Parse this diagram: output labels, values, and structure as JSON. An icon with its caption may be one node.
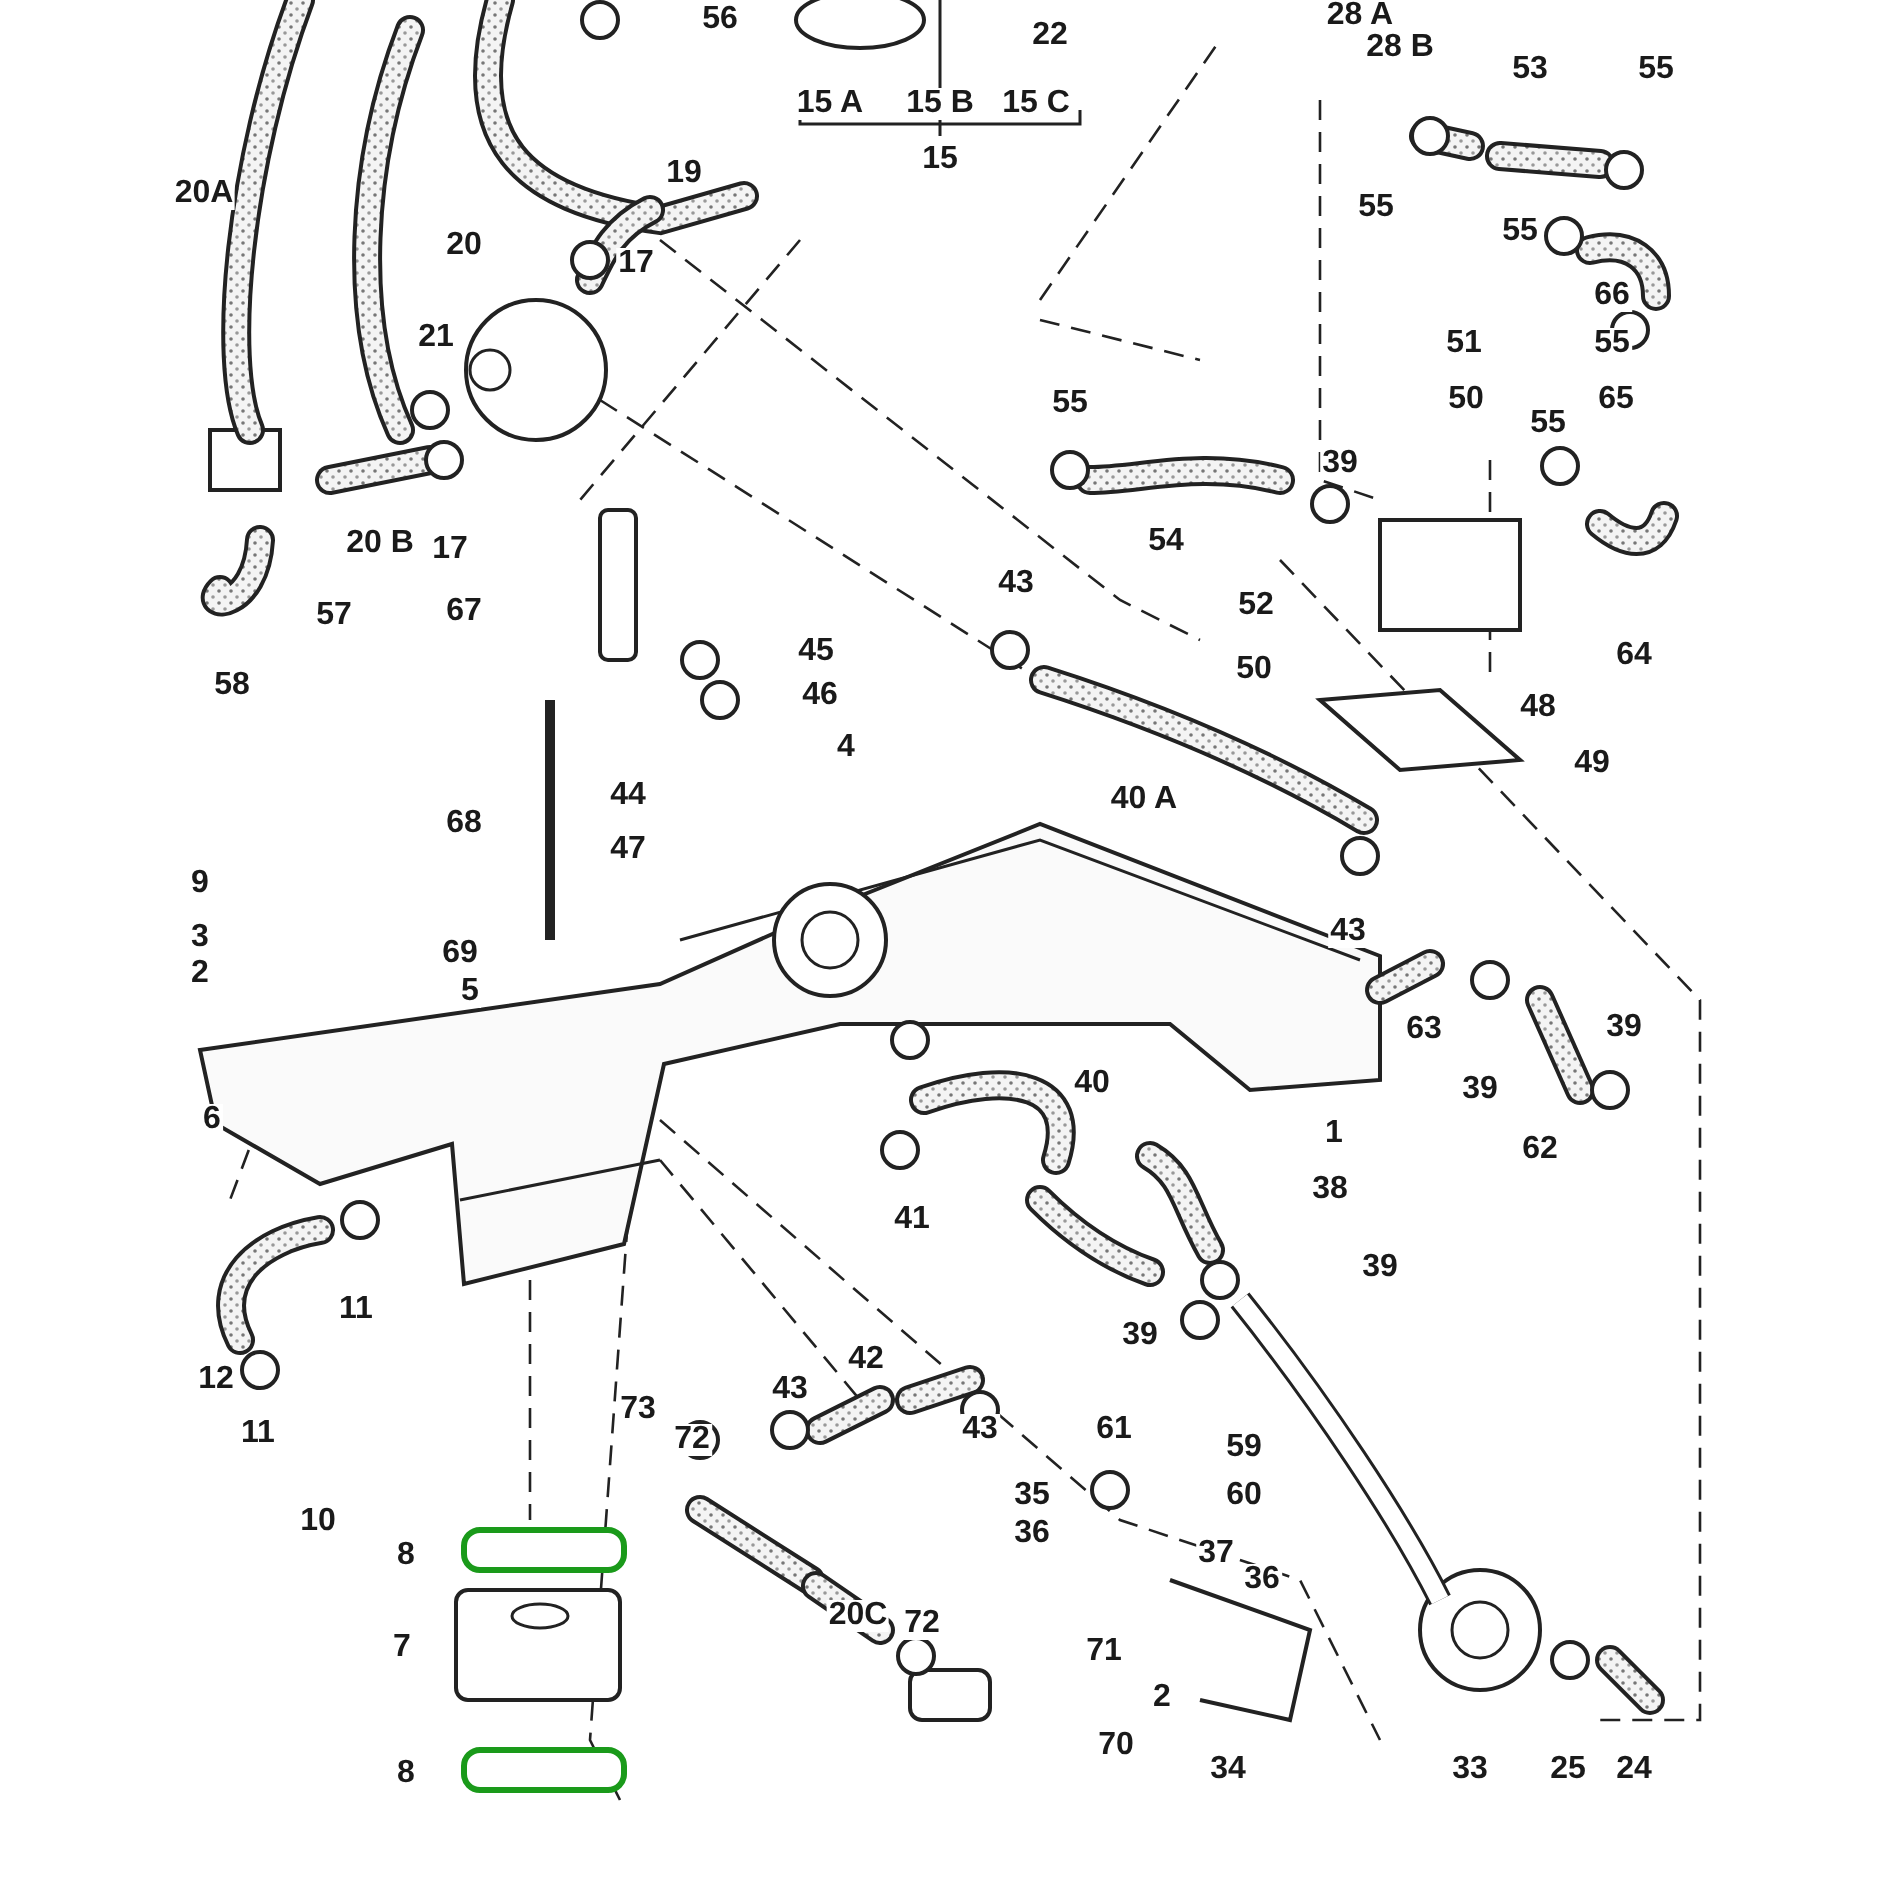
{
  "diagram": {
    "labels": [
      "56",
      "22",
      "28 A",
      "28 B",
      "15 A",
      "15 B",
      "15 C",
      "15",
      "53",
      "55",
      "20A",
      "19",
      "55",
      "20",
      "17",
      "55",
      "66",
      "21",
      "51",
      "55",
      "55",
      "50",
      "65",
      "39",
      "55",
      "20 B",
      "17",
      "57",
      "54",
      "67",
      "43",
      "52",
      "45",
      "64",
      "50",
      "46",
      "58",
      "48",
      "4",
      "40 A",
      "49",
      "44",
      "68",
      "47",
      "9",
      "3",
      "43",
      "2",
      "69",
      "5",
      "63",
      "39",
      "39",
      "40",
      "6",
      "1",
      "62",
      "38",
      "41",
      "11",
      "39",
      "39",
      "12",
      "42",
      "43",
      "43",
      "73",
      "72",
      "61",
      "59",
      "11",
      "35",
      "60",
      "36",
      "10",
      "37",
      "36",
      "8",
      "20C",
      "72",
      "7",
      "71",
      "2",
      "70",
      "8",
      "34",
      "33",
      "25",
      "24"
    ]
  }
}
